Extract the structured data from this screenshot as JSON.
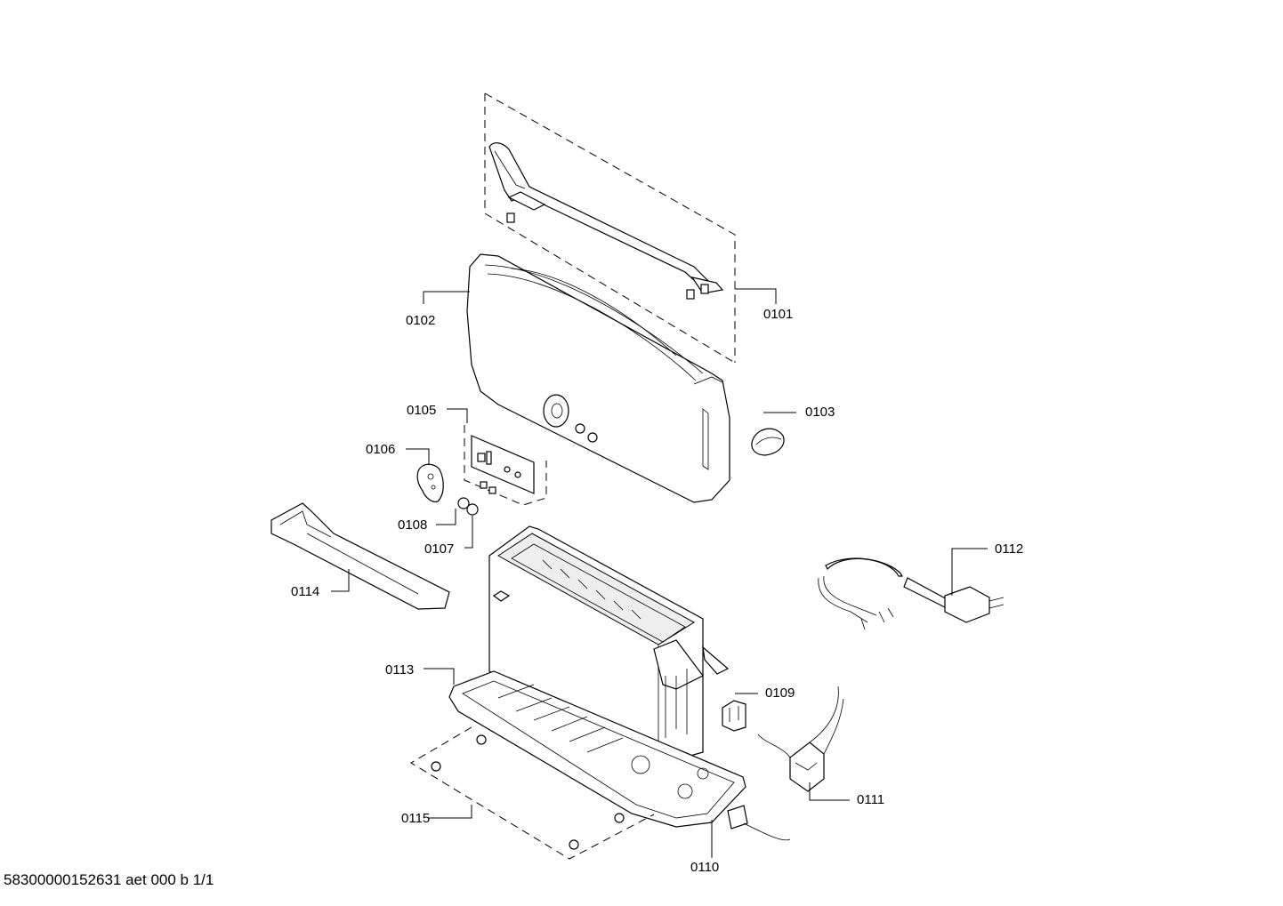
{
  "parts": [
    {
      "id": "p0101",
      "label": "0101"
    },
    {
      "id": "p0102",
      "label": "0102"
    },
    {
      "id": "p0103",
      "label": "0103"
    },
    {
      "id": "p0105",
      "label": "0105"
    },
    {
      "id": "p0106",
      "label": "0106"
    },
    {
      "id": "p0107",
      "label": "0107"
    },
    {
      "id": "p0108",
      "label": "0108"
    },
    {
      "id": "p0109",
      "label": "0109"
    },
    {
      "id": "p0110",
      "label": "0110"
    },
    {
      "id": "p0111",
      "label": "0111"
    },
    {
      "id": "p0112",
      "label": "0112"
    },
    {
      "id": "p0113",
      "label": "0113"
    },
    {
      "id": "p0114",
      "label": "0114"
    },
    {
      "id": "p0115",
      "label": "0115"
    }
  ],
  "footer": "58300000152631 aet 000 b 1/1"
}
